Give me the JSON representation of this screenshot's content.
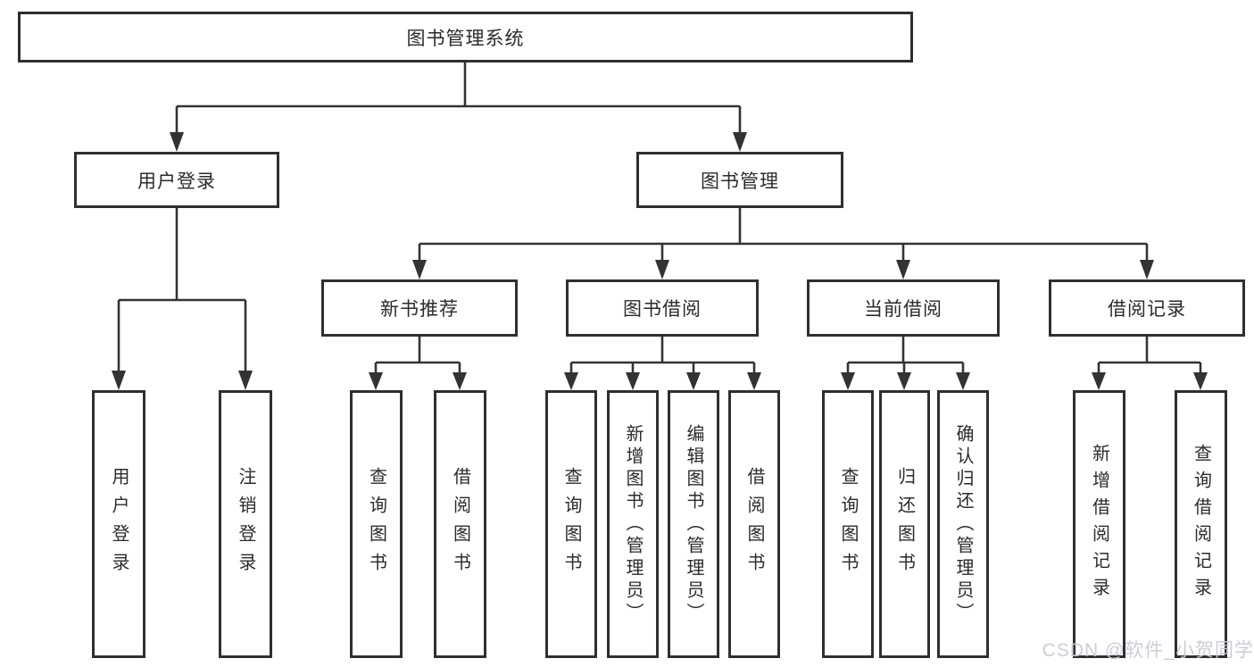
{
  "diagram": {
    "nodes": {
      "root": "图书管理系统",
      "user_login": "用户登录",
      "book_mgmt": "图书管理",
      "new_books": "新书推荐",
      "book_borrow": "图书借阅",
      "current_borrow": "当前借阅",
      "borrow_records": "借阅记录",
      "leaf_user_login": "用户登录",
      "leaf_logout": "注销登录",
      "leaf_nb_query": "查询图书",
      "leaf_nb_borrow": "借阅图书",
      "leaf_bb_query": "查询图书",
      "leaf_bb_add": "新增图书（管理员）",
      "leaf_bb_edit": "编辑图书（管理员）",
      "leaf_bb_borrow": "借阅图书",
      "leaf_cb_query": "查询图书",
      "leaf_cb_return": "归还图书",
      "leaf_cb_confirm": "确认归还（管理员）",
      "leaf_br_add": "新增借阅记录",
      "leaf_br_query": "查询借阅记录"
    },
    "watermark": "CSDN @软件_小贺同学",
    "colors": {
      "line": "#333333",
      "box_border": "#2f2f2f",
      "text": "#2b2b2b",
      "watermark": "#c9cbd6",
      "background": "#ffffff"
    }
  }
}
